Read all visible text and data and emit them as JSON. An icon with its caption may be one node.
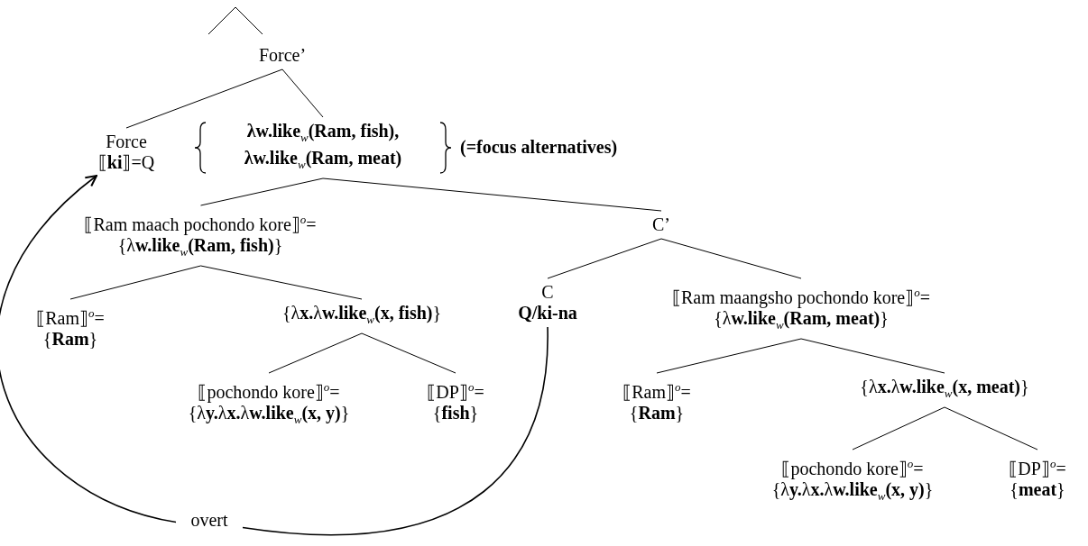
{
  "diagram": {
    "nodes": [
      {
        "text": [
          "Force’"
        ]
      },
      {
        "text": [
          "Force",
          "⟦**ki**⟧=Q"
        ]
      },
      {
        "text": [
          "λw.like$_{w}$(Ram, fish), λw.like$_{w}$(Ram, meat)"
        ],
        "beside": [
          "(=focus alternatives)"
        ]
      },
      {
        "text": [
          "⟦Ram maach pochondo kore⟧$^{o}$= {λ**w.like**$_{w}$**(Ram, fish)**}"
        ]
      },
      {
        "text": [
          "C’"
        ]
      },
      {
        "text": [
          "⟦Ram⟧$^{o}$= {**Ram**}"
        ]
      },
      {
        "text": [
          "{λ**x.**λ**w.like**$_{w}$**(x, fish)**}"
        ]
      },
      {
        "text": [
          "⟦pochondo kore⟧$^{o}$= {λ**y.**λ**x.**λ**w.like**$_{w}$**(x, y)**}"
        ]
      },
      {
        "text": [
          "⟦DP⟧$^{o}$= {**fish**}"
        ]
      },
      {
        "text": [
          "C",
          "Q/ki-na"
        ]
      },
      {
        "text": [
          "⟦Ram maangsho pochondo kore⟧$^{o}$= {λ**w.like**$_{w}$**(Ram, meat)**}"
        ]
      },
      {
        "text": [
          "⟦Ram⟧$^{o}$= {**Ram**}"
        ]
      },
      {
        "text": [
          "{λ**x.**λ**w.like**$_{w}$**(x, meat)**}"
        ]
      },
      {
        "text": [
          "⟦pochondo kore⟧$^{o}$= {λ**y.**λ**x.**λ**w.like**$_{w}$**(x, y)**}"
        ]
      },
      {
        "text": [
          "⟦DP⟧$^{o}$= {**meat**}"
        ]
      },
      {
        "text": [
          "overt"
        ]
      }
    ],
    "edges": [
      {
        "from": 0,
        "to": 1,
        "arrow": "none"
      },
      {
        "from": 0,
        "to": 2,
        "arrow": "none"
      },
      {
        "from": 2,
        "to": 3,
        "arrow": "none"
      },
      {
        "from": 2,
        "to": 4,
        "arrow": "none"
      },
      {
        "from": 3,
        "to": 5,
        "arrow": "none"
      },
      {
        "from": 3,
        "to": 6,
        "arrow": "none"
      },
      {
        "from": 6,
        "to": 7,
        "arrow": "none"
      },
      {
        "from": 6,
        "to": 8,
        "arrow": "none"
      },
      {
        "from": 4,
        "to": 9,
        "arrow": "none"
      },
      {
        "from": 4,
        "to": 10,
        "arrow": "none"
      },
      {
        "from": 10,
        "to": 11,
        "arrow": "none"
      },
      {
        "from": 10,
        "to": 12,
        "arrow": "none"
      },
      {
        "from": 12,
        "to": 13,
        "arrow": "none"
      },
      {
        "from": 12,
        "to": 14,
        "arrow": "none"
      },
      {
        "from": 9,
        "to": 15,
        "arrow": "none"
      },
      {
        "from": 15,
        "to": 1,
        "arrow": "to"
      }
    ]
  }
}
